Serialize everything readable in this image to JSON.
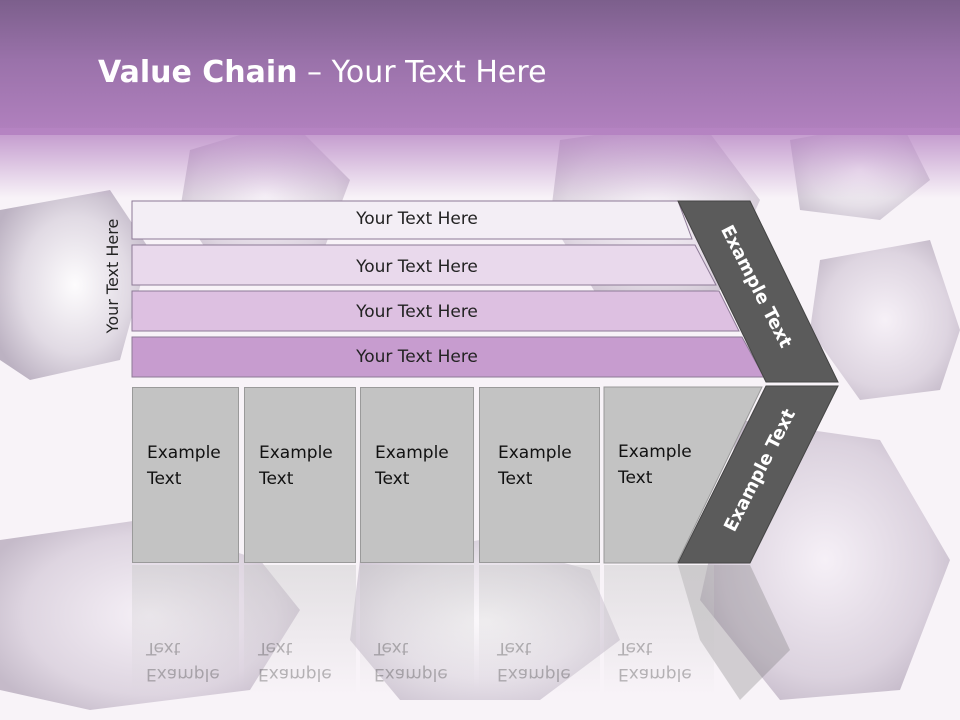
{
  "title": {
    "bold": "Value Chain",
    "rest": " – Your Text Here"
  },
  "side_label": "Your Text Here",
  "bars": [
    {
      "label": "Your Text Here",
      "fill": "#f3eef5"
    },
    {
      "label": "Your Text Here",
      "fill": "#e9d9ec"
    },
    {
      "label": "Your Text Here",
      "fill": "#ddc0e1"
    },
    {
      "label": "Your Text Here",
      "fill": "#c79ccf"
    }
  ],
  "boxes": [
    {
      "line1": "Example",
      "line2": "Text"
    },
    {
      "line1": "Example",
      "line2": "Text"
    },
    {
      "line1": "Example",
      "line2": "Text"
    },
    {
      "line1": "Example",
      "line2": "Text"
    },
    {
      "line1": "Example",
      "line2": "Text"
    }
  ],
  "chevron": {
    "upper": "Example Text",
    "lower": "Example Text",
    "color": "#5b5b5b"
  },
  "colors": {
    "banner": "#9a72aa",
    "box": "#c3c3c3"
  }
}
